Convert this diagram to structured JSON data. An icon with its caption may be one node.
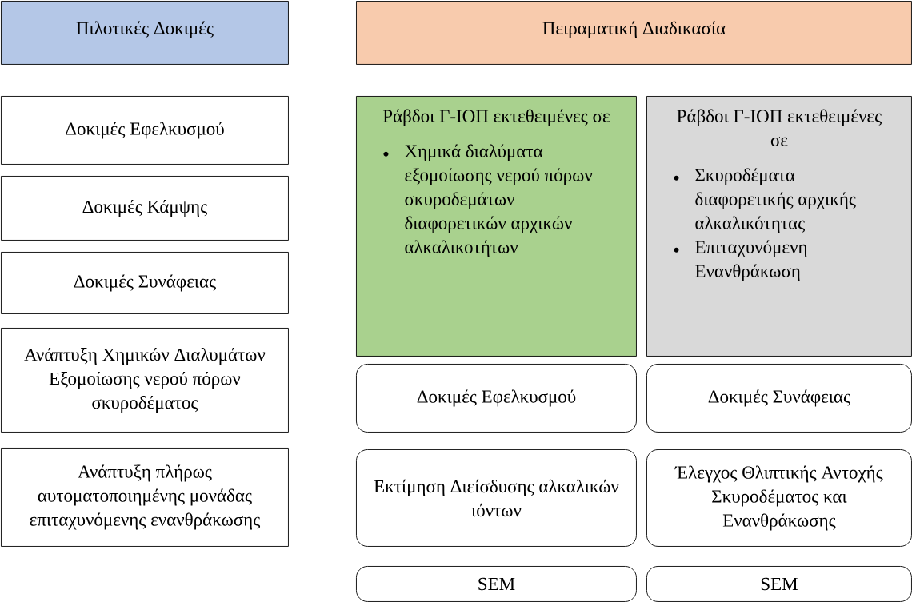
{
  "diagram": {
    "nodes": [
      {
        "text": [
          "Πιλοτικές Δοκιμές"
        ]
      },
      {
        "text": [
          "Πειραματική Διαδικασία"
        ]
      },
      {
        "text": [
          "Δοκιμές Εφελκυσμού"
        ]
      },
      {
        "text": [
          "Δοκιμές Κάμψης"
        ]
      },
      {
        "text": [
          "Δοκιμές Συνάφειας"
        ]
      },
      {
        "text": [
          "Ανάπτυξη Χημικών Διαλυμάτων Εξομοίωσης νερού πόρων σκυροδέματος"
        ]
      },
      {
        "text": [
          "Ανάπτυξη πλήρως αυτοματοποιημένης μονάδας επιταχυνόμενης ενανθράκωσης"
        ]
      },
      {
        "text": [
          "Ράβδοι Γ-ΙΟΠ εκτεθειμένες σε",
          "Χημικά διαλύματα εξομοίωσης νερού πόρων σκυροδεμάτων διαφορετικών αρχικών αλκαλικοτήτων"
        ]
      },
      {
        "text": [
          "Ράβδοι Γ-ΙΟΠ εκτεθειμένες σε",
          "Σκυροδέματα διαφορετικής αρχικής αλκαλικότητας",
          "Επιταχυνόμενη Ενανθράκωση"
        ]
      },
      {
        "text": [
          "Δοκιμές Εφελκυσμού"
        ]
      },
      {
        "text": [
          "Δοκιμές Συνάφειας"
        ]
      },
      {
        "text": [
          "Εκτίμηση Διείσδυσης αλκαλικών ιόντων"
        ]
      },
      {
        "text": [
          "Έλεγχος Θλιπτικής Αντοχής Σκυροδέματος και Ενανθράκωσης"
        ]
      },
      {
        "text": [
          "SEM"
        ]
      },
      {
        "text": [
          "SEM"
        ]
      }
    ]
  }
}
